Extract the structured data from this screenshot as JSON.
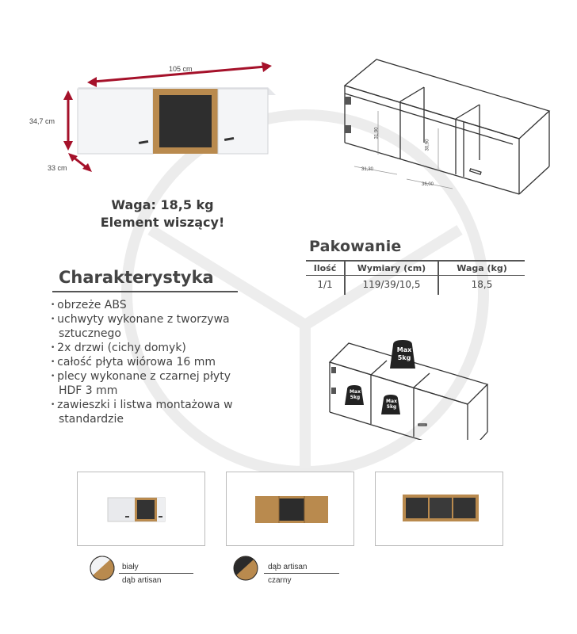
{
  "dimensions": {
    "width": "105 cm",
    "height": "34,7 cm",
    "depth": "33 cm"
  },
  "drawing_dims": {
    "h1": "31,90",
    "h2": "30,90",
    "w1": "31,30",
    "w2": "36,00"
  },
  "weight_label": "Waga: 18,5 kg",
  "hanging_label": "Element wiszący!",
  "packaging": {
    "title": "Pakowanie",
    "headers": [
      "Ilość",
      "Wymiary (cm)",
      "Waga (kg)"
    ],
    "rows": [
      [
        "1/1",
        "119/39/10,5",
        "18,5"
      ]
    ]
  },
  "characteristics": {
    "title": "Charakterystyka",
    "items": [
      "obrzeże ABS",
      "uchwyty wykonane z tworzywa sztucznego",
      "2x drzwi (cichy domyk)",
      "całość płyta wiórowa 16 mm",
      "plecy wykonane z czarnej płyty HDF 3 mm",
      "zawieszki i listwa montażowa w standardzie"
    ]
  },
  "max_load": {
    "line1": "Max",
    "line2": "5kg"
  },
  "swatches": [
    {
      "line1": "biały",
      "line2": "dąb artisan"
    },
    {
      "line1": "dąb artisan",
      "line2": "czarny"
    }
  ],
  "colors": {
    "white": "#f2f3f5",
    "oak": "#b98a4e",
    "black": "#2a2a2a",
    "arrow": "#a5112a"
  }
}
